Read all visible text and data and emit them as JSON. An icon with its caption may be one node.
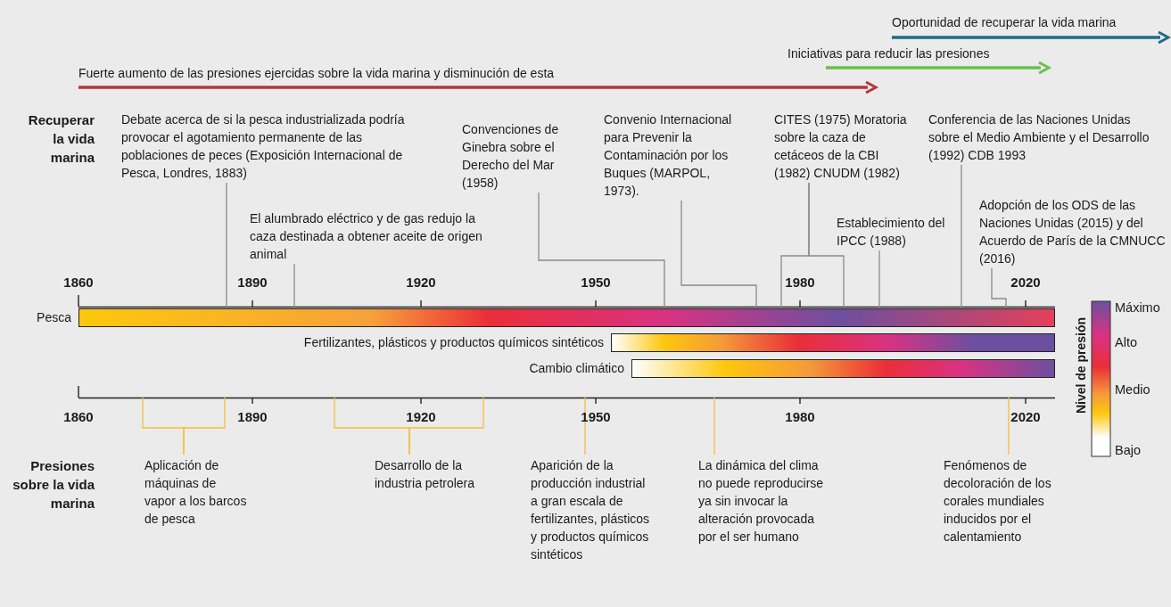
{
  "diagram": {
    "nodes": [
      {
        "text": [
          "Debate acerca de si la pesca industrializada podría provocar el agotamiento permanente de las poblaciones de peces (Exposición Internacional de Pesca, Londres, 1883)"
        ]
      },
      {
        "text": [
          "Convenciones de Ginebra sobre el Derecho del Mar (1958)"
        ]
      },
      {
        "text": [
          "Convenio Internacional para Prevenir la Contaminación por los Buques (MARPOL, 1973)."
        ]
      },
      {
        "text": [
          "CITES (1975) Moratoria sobre la caza de cetáceos de la CBI (1982) CNUDM (1982)"
        ]
      },
      {
        "text": [
          "Conferencia de las Naciones Unidas sobre el Medio Ambiente y el Desarrollo (1992) CDB 1993"
        ]
      },
      {
        "text": [
          "El alumbrado eléctrico y de gas redujo la caza destinada a obtener aceite de origen animal"
        ]
      },
      {
        "text": [
          "Establecimiento del IPCC (1988)"
        ]
      },
      {
        "text": [
          "Adopción de los ODS de las Naciones Unidas (2015) y del Acuerdo de París de la CMNUCC (2016)"
        ]
      },
      {
        "text": [
          "Pesca"
        ]
      },
      {
        "text": [
          "Fertilizantes, plásticos y productos químicos sintéticos"
        ]
      },
      {
        "text": [
          "Cambio climático"
        ]
      },
      {
        "text": [
          "Aplicación de máquinas de vapor a los barcos de pesca"
        ]
      },
      {
        "text": [
          "Desarrollo de la industria petrolera"
        ]
      },
      {
        "text": [
          "Aparición de la producción industrial a gran escala de fertilizantes, plásticos y productos químicos sintéticos"
        ]
      },
      {
        "text": [
          "La dinámica del clima no puede reproducirse ya sin invocar la alteración provocada por el ser humano"
        ]
      },
      {
        "text": [
          "Fenómenos de decoloración de los corales mundiales inducidos por el calentamiento"
        ]
      }
    ],
    "edges": [
      {
        "from": 0,
        "to": 8,
        "arrow": "none"
      },
      {
        "from": 1,
        "to": 8,
        "arrow": "none"
      },
      {
        "from": 2,
        "to": 8,
        "arrow": "none"
      },
      {
        "from": 3,
        "to": 8,
        "arrow": "none"
      },
      {
        "from": 3,
        "to": 8,
        "arrow": "none"
      },
      {
        "from": 4,
        "to": 8,
        "arrow": "none"
      },
      {
        "from": 5,
        "to": 8,
        "arrow": "none"
      },
      {
        "from": 6,
        "to": 8,
        "arrow": "none"
      },
      {
        "from": 7,
        "to": 8,
        "arrow": "none"
      },
      {
        "from": 11,
        "to": null,
        "arrow": "none",
        "color": "#f7bd3c"
      },
      {
        "from": 11,
        "to": null,
        "arrow": "none",
        "color": "#f7bd3c"
      },
      {
        "from": 12,
        "to": null,
        "arrow": "none",
        "color": "#f7bd3c"
      },
      {
        "from": 12,
        "to": null,
        "arrow": "none",
        "color": "#f7bd3c"
      },
      {
        "from": 13,
        "to": null,
        "arrow": "none",
        "color": "#f7bd3c"
      },
      {
        "from": 14,
        "to": null,
        "arrow": "none",
        "color": "#f7bd3c"
      },
      {
        "from": 15,
        "to": null,
        "arrow": "none",
        "color": "#f7bd3c"
      }
    ],
    "labels": [
      "Oportunidad de recuperar la vida marina",
      "Iniciativas para reducir las presiones",
      "Fuerte aumento de las presiones ejercidas sobre la vida marina y disminución de esta",
      "Recuperar la vida marina",
      "1860",
      "1890",
      "1920",
      "1950",
      "1980",
      "2020",
      "1860",
      "1890",
      "1920",
      "1950",
      "1980",
      "2020",
      "Presiones sobre la vida marina",
      "Nivel de presión"
    ],
    "legend": [
      {
        "text": "Máximo"
      },
      {
        "text": "Alto"
      },
      {
        "text": "Medio"
      },
      {
        "text": "Bajo"
      }
    ]
  }
}
